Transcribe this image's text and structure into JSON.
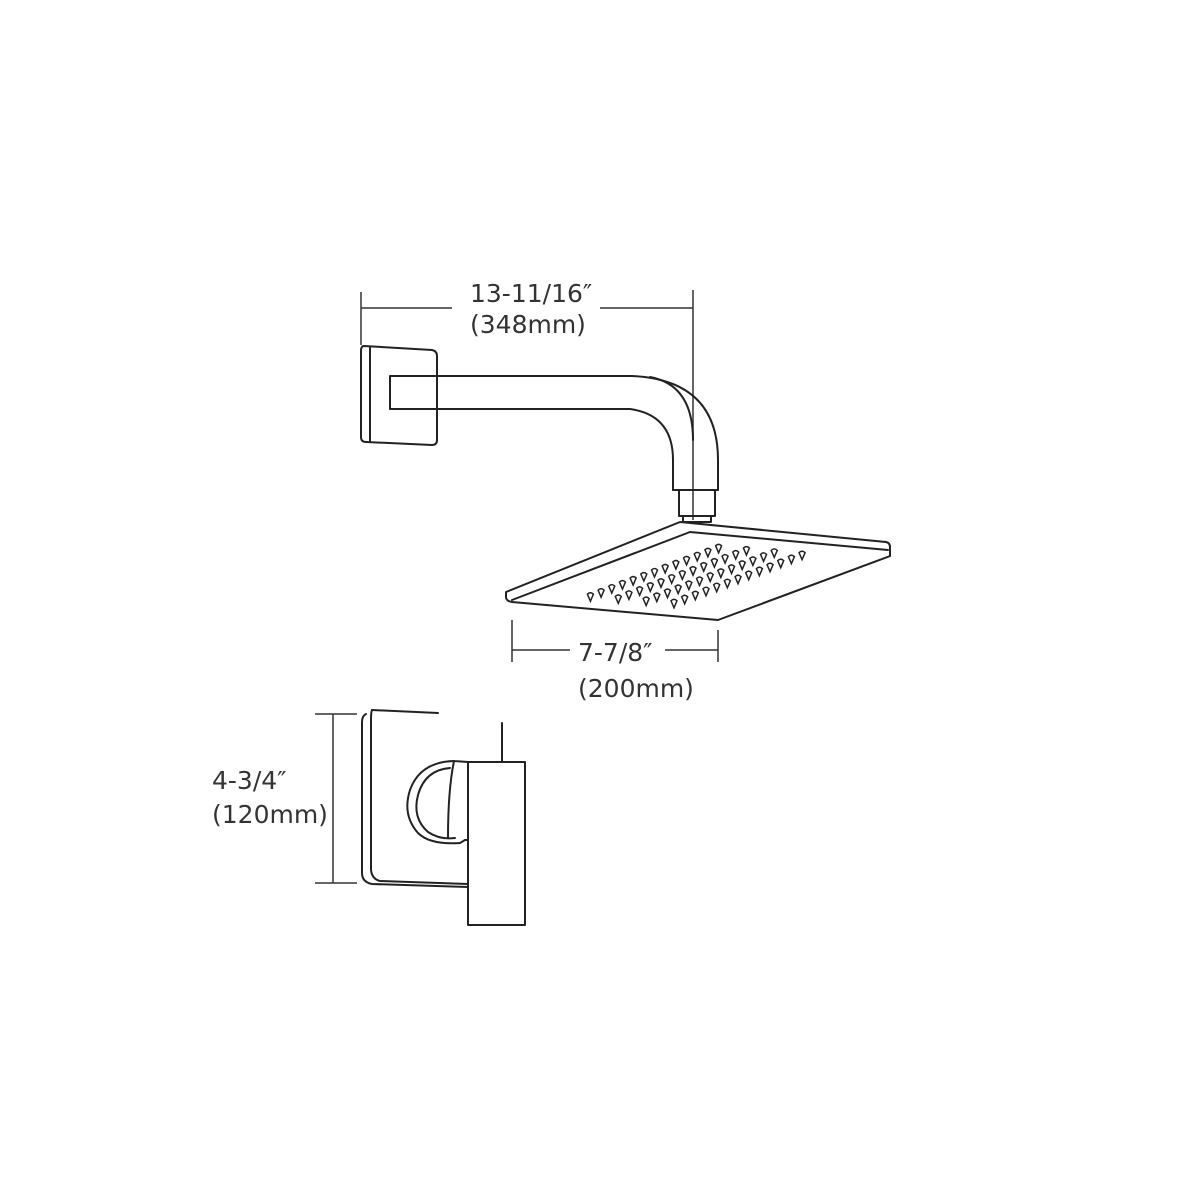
{
  "dimensions": {
    "arm_length": {
      "imperial": "13-11/16″",
      "metric": "(348mm)"
    },
    "head_width": {
      "imperial": "7-7/8″",
      "metric": "(200mm)"
    },
    "valve_plate_height": {
      "imperial": "4-3/4″",
      "metric": "(120mm)"
    }
  },
  "colors": {
    "line": "#222222",
    "background": "#ffffff"
  }
}
